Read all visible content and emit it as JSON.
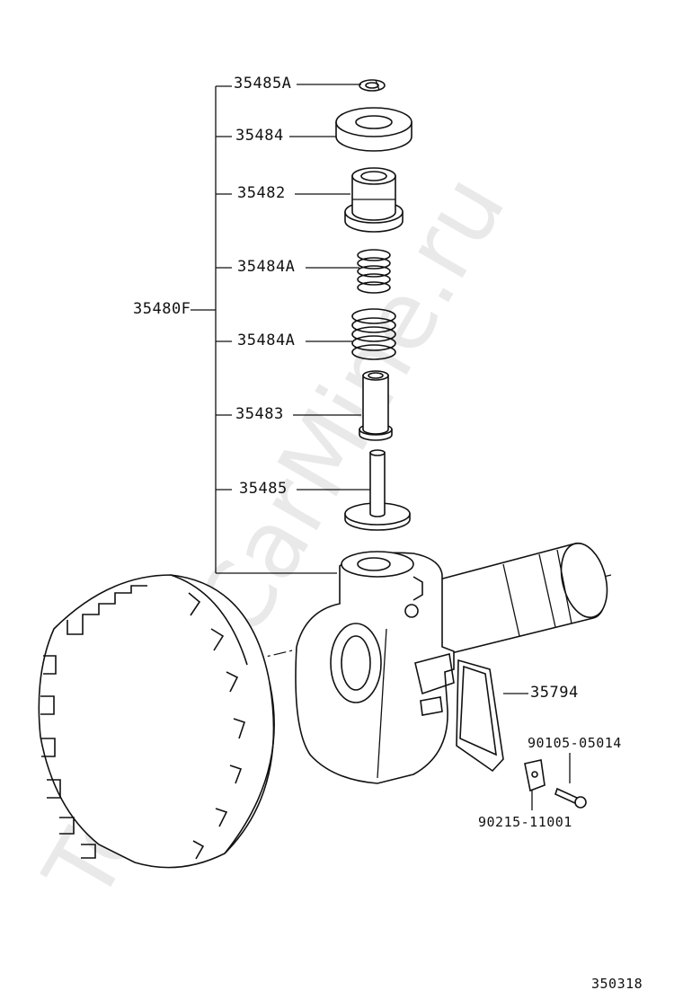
{
  "watermark": "ToyotaCarMine.ru",
  "assembly_label": "35480F",
  "part_labels": [
    {
      "id": "part-35485a",
      "text": "35485A"
    },
    {
      "id": "part-35484",
      "text": "35484"
    },
    {
      "id": "part-35482",
      "text": "35482"
    },
    {
      "id": "part-35484a-upper",
      "text": "35484A"
    },
    {
      "id": "part-35484a-lower",
      "text": "35484A"
    },
    {
      "id": "part-35483",
      "text": "35483"
    },
    {
      "id": "part-35485",
      "text": "35485"
    },
    {
      "id": "part-35794",
      "text": "35794"
    },
    {
      "id": "part-90105-05014",
      "text": "90105-05014"
    },
    {
      "id": "part-90215-11001",
      "text": "90215-11001"
    }
  ],
  "diagram_code": "350318"
}
